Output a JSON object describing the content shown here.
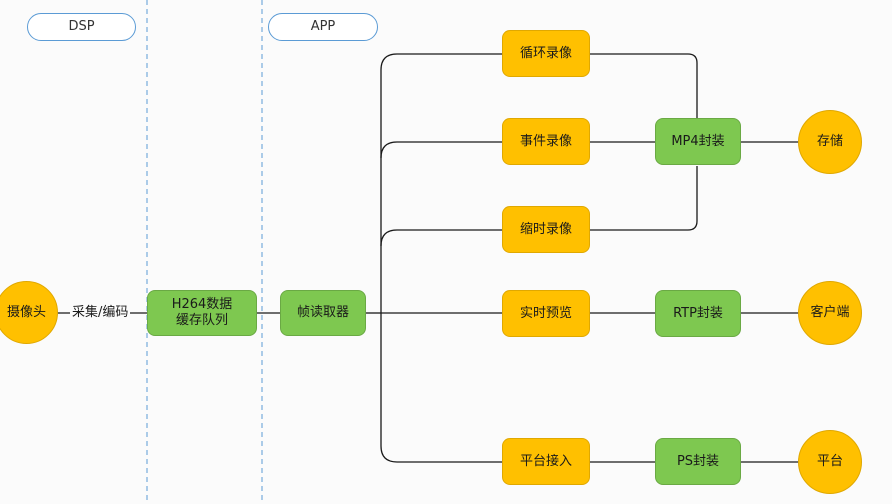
{
  "lanes": {
    "dsp": "DSP",
    "app": "APP"
  },
  "nodes": {
    "camera": "摄像头",
    "h264_queue": "H264数据\n缓存队列",
    "frame_reader": "帧读取器",
    "loop_record": "循环录像",
    "event_record": "事件录像",
    "timelapse_record": "缩时录像",
    "live_preview": "实时预览",
    "platform_access": "平台接入",
    "mp4_package": "MP4封装",
    "rtp_package": "RTP封装",
    "ps_package": "PS封装",
    "storage": "存储",
    "client": "客户端",
    "platform": "平台"
  },
  "edges": {
    "capture_encode": "采集/编码"
  }
}
